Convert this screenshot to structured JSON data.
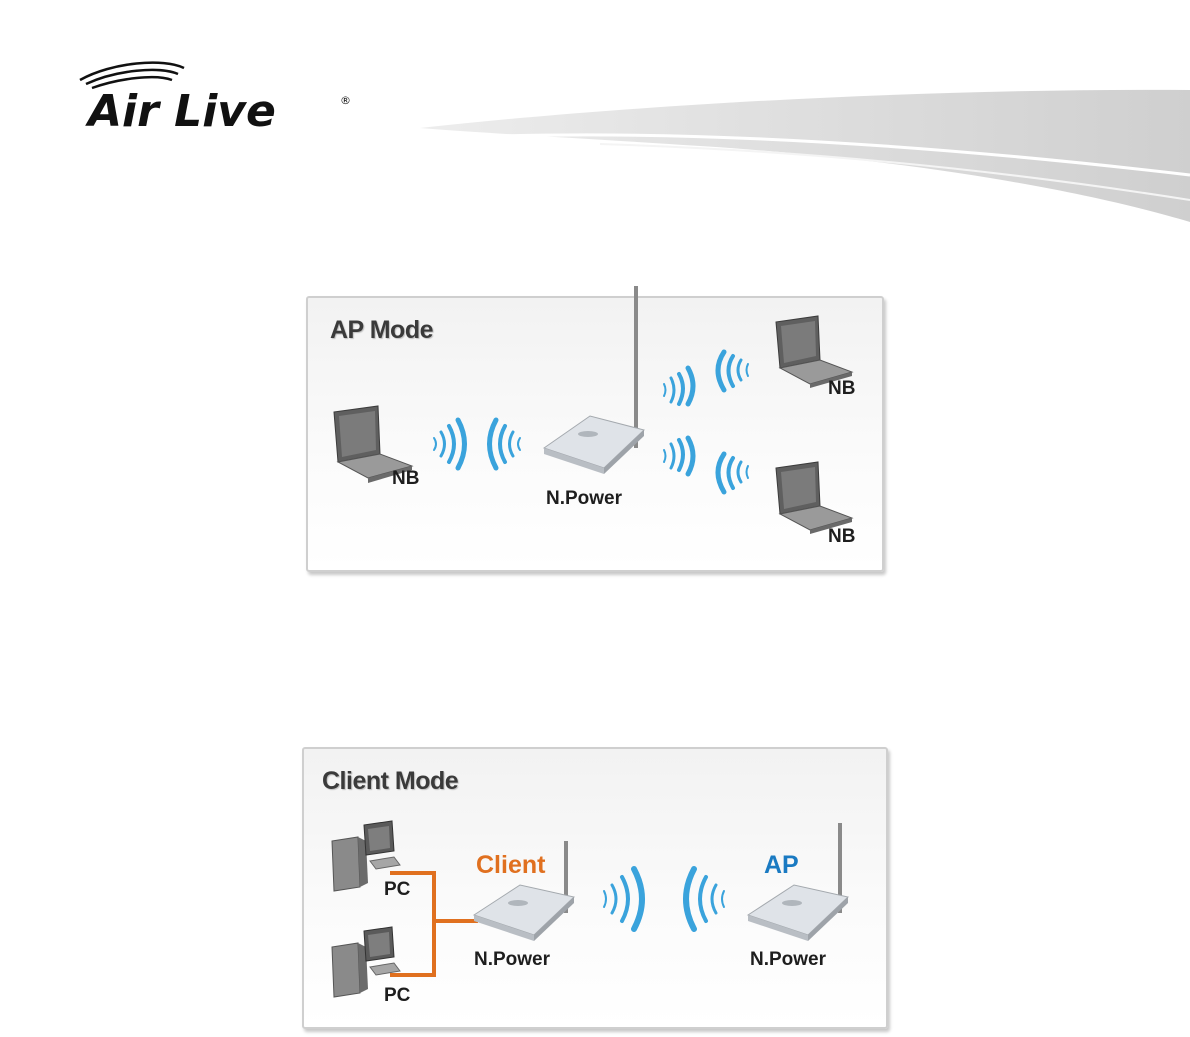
{
  "brand": {
    "logo_text": "Air Live",
    "trademark": "®",
    "colors": {
      "swoosh": "#d7d7d7",
      "logo": "#111111"
    }
  },
  "ap_mode": {
    "title": "AP Mode",
    "devices": {
      "left_nb": "NB",
      "router": "N.Power",
      "top_right_nb": "NB",
      "bottom_right_nb": "NB"
    }
  },
  "client_mode": {
    "title": "Client Mode",
    "pc_top": "PC",
    "pc_bottom": "PC",
    "client_role": "Client",
    "client_device": "N.Power",
    "ap_role": "AP",
    "ap_device": "N.Power",
    "colors": {
      "client": "#e0701f",
      "ap": "#1a7ac2",
      "cable": "#e0701f",
      "wave": "#3aa3dc"
    }
  }
}
